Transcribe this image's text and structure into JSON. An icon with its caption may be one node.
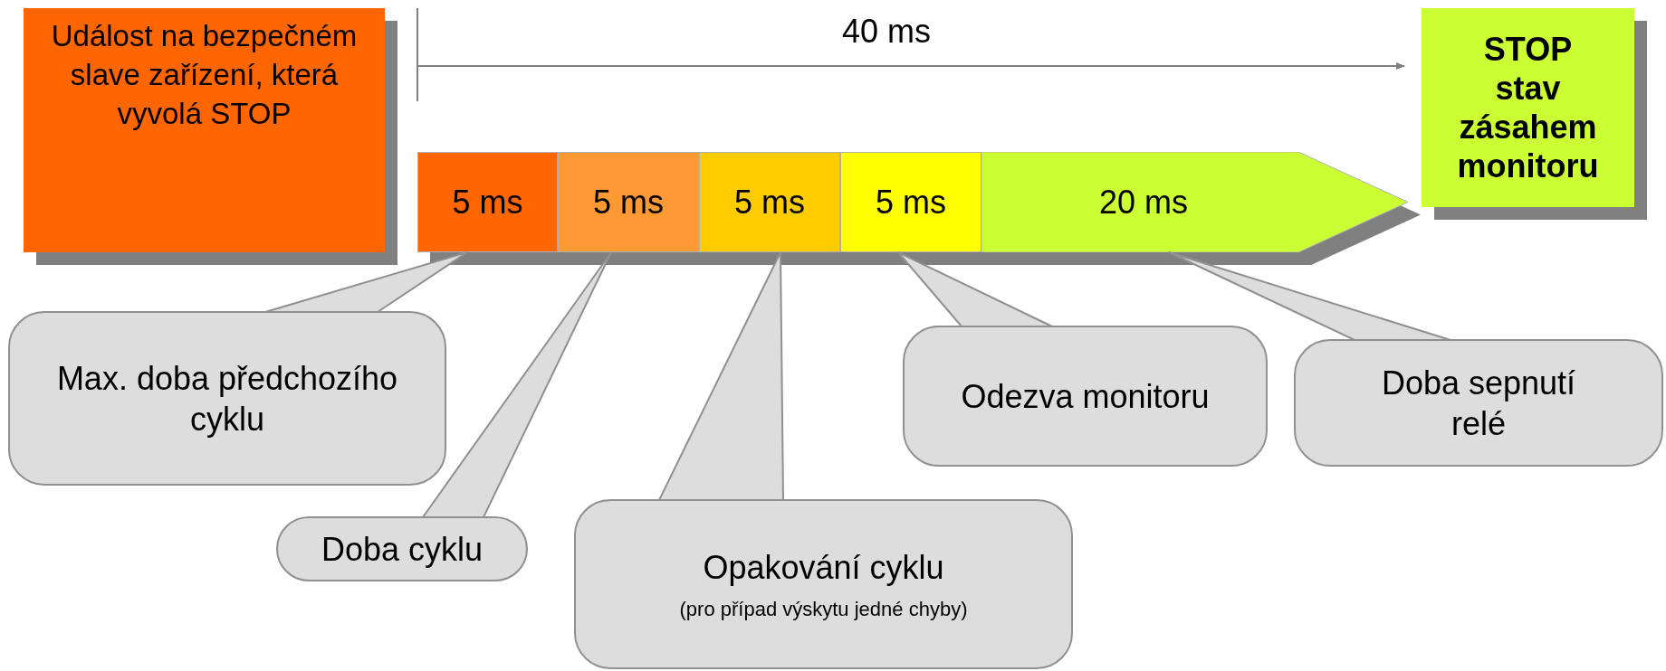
{
  "diagram": {
    "nodes": [
      {
        "text": [
          "Událost na bezpečném slave zařízení, která vyvolá STOP"
        ]
      },
      {
        "text": [
          "STOP stav zásahem monitoru"
        ]
      },
      {
        "text": [
          "5 ms"
        ]
      },
      {
        "text": [
          "5 ms"
        ]
      },
      {
        "text": [
          "5 ms"
        ]
      },
      {
        "text": [
          "5 ms"
        ]
      },
      {
        "text": [
          "20 ms"
        ]
      },
      {
        "text": [
          "Max. doba předchozího cyklu"
        ]
      },
      {
        "text": [
          "Doba cyklu"
        ]
      },
      {
        "text": [
          "Opakování cyklu",
          "(pro případ výskytu jedné chyby)"
        ]
      },
      {
        "text": [
          "Odezva monitoru"
        ]
      },
      {
        "text": [
          "Doba sepnutí relé"
        ]
      }
    ],
    "edges": [
      {
        "from": 7,
        "to": 2,
        "arrow": "none"
      },
      {
        "from": 8,
        "to": 3,
        "arrow": "none"
      },
      {
        "from": 9,
        "to": 4,
        "arrow": "none"
      },
      {
        "from": 10,
        "to": 5,
        "arrow": "none"
      },
      {
        "from": 11,
        "to": 6,
        "arrow": "none"
      }
    ],
    "labels": [
      "40 ms"
    ]
  }
}
